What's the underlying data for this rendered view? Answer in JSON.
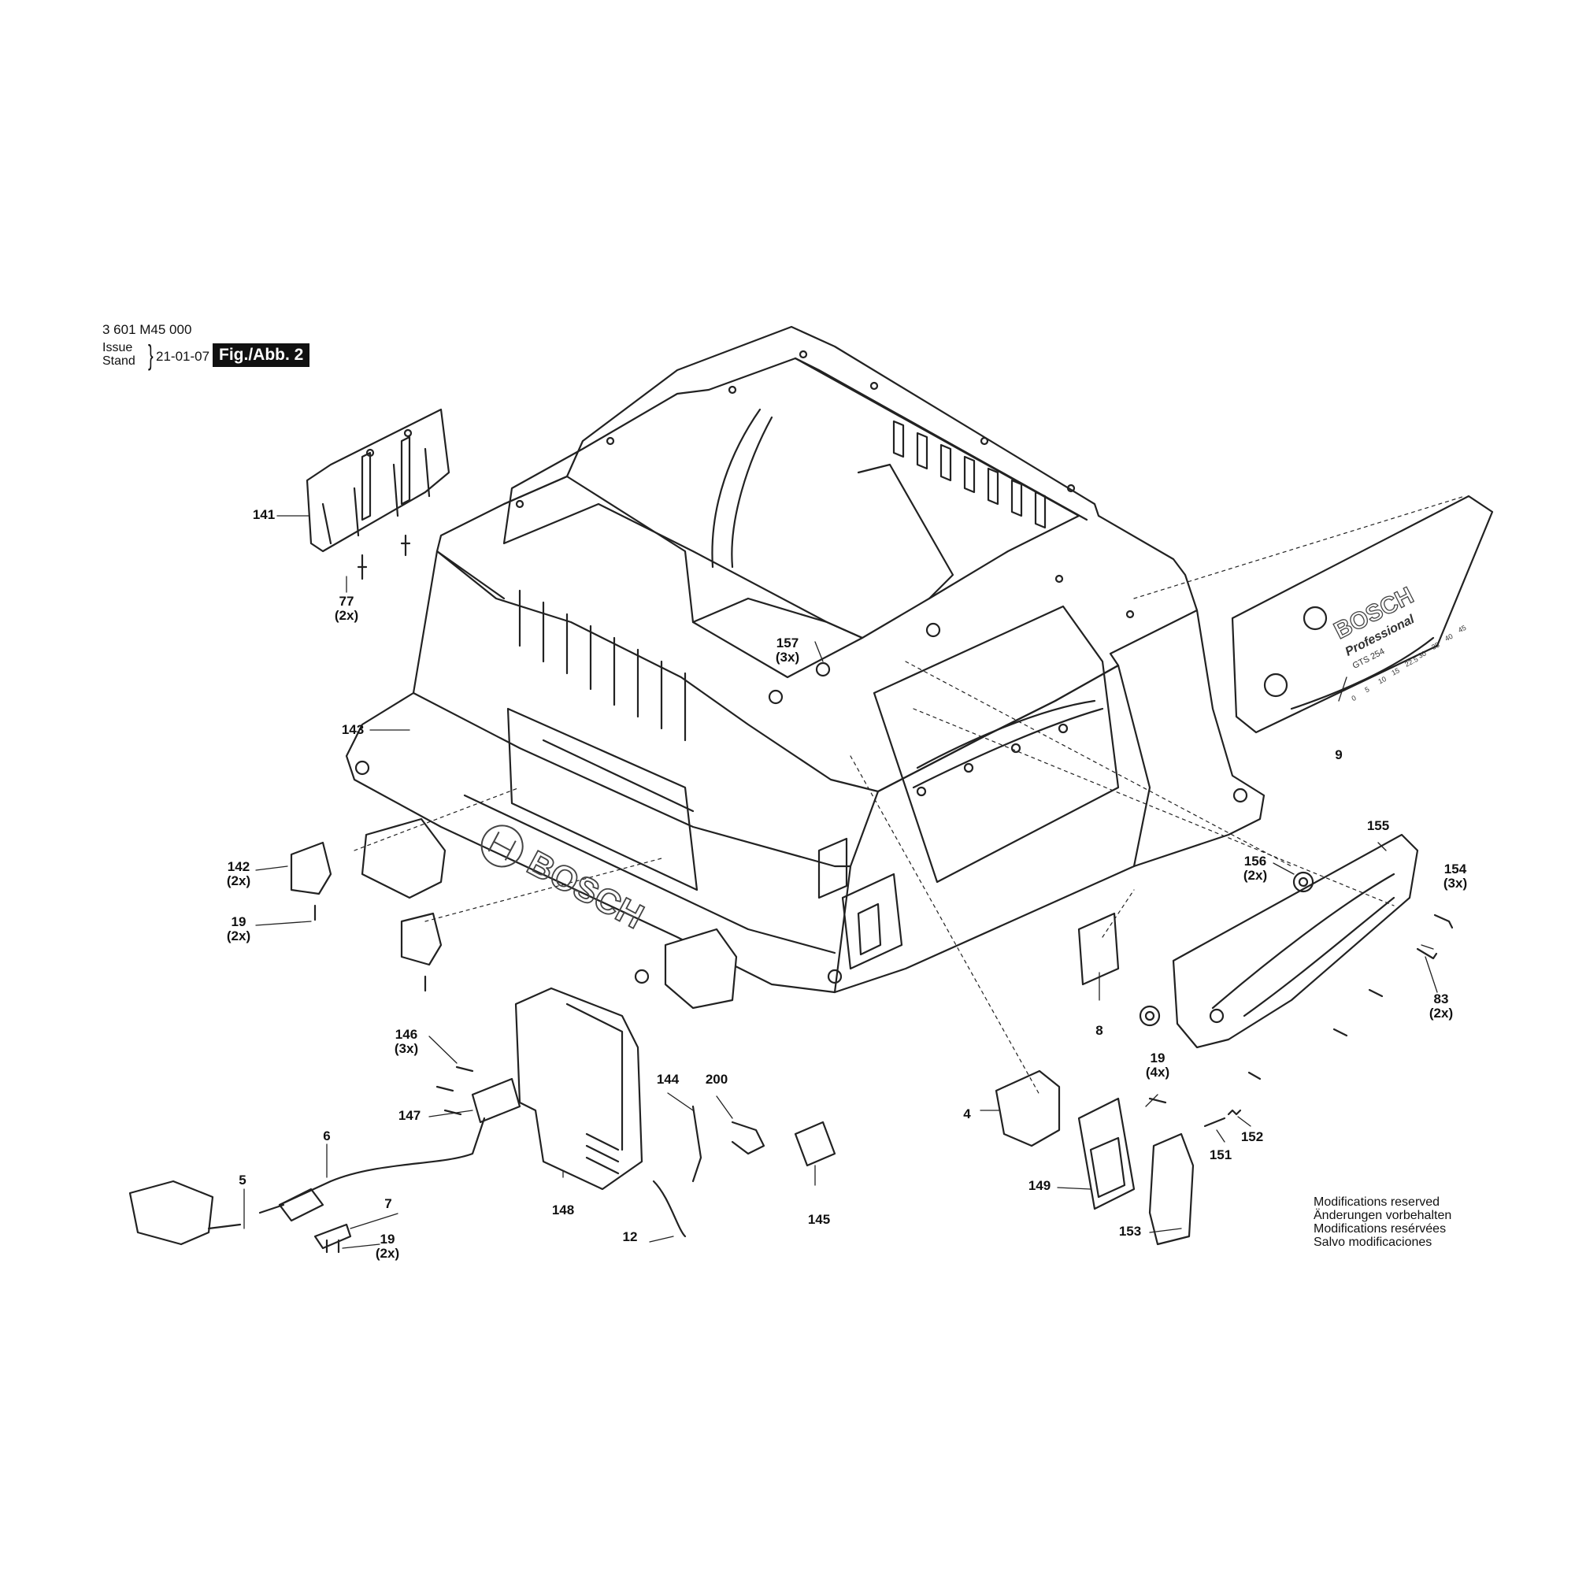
{
  "header": {
    "model_number": "3 601 M45 000",
    "issue_label": "Issue",
    "stand_label": "Stand",
    "issue_date": "21-01-07",
    "figure_label": "Fig./Abb. 2"
  },
  "modifications_notice": [
    "Modifications reserved",
    "Änderungen vorbehalten",
    "Modifications resérvées",
    "Salvo modificaciones"
  ],
  "brand": {
    "logo_text": "BOSCH",
    "scale_brand": "BOSCH",
    "scale_line": "Professional",
    "scale_model": "GTS 254",
    "scale_ticks": [
      "0",
      "5",
      "10",
      "15",
      "22.5",
      "30",
      "35",
      "40",
      "45"
    ]
  },
  "callouts": {
    "c141": {
      "num": "141",
      "qty": ""
    },
    "c77": {
      "num": "77",
      "qty": "(2x)"
    },
    "c157": {
      "num": "157",
      "qty": "(3x)"
    },
    "c9": {
      "num": "9",
      "qty": ""
    },
    "c143": {
      "num": "143",
      "qty": ""
    },
    "c142": {
      "num": "142",
      "qty": "(2x)"
    },
    "c19a": {
      "num": "19",
      "qty": "(2x)"
    },
    "c155": {
      "num": "155",
      "qty": ""
    },
    "c156": {
      "num": "156",
      "qty": "(2x)"
    },
    "c154": {
      "num": "154",
      "qty": "(3x)"
    },
    "c83": {
      "num": "83",
      "qty": "(2x)"
    },
    "c8": {
      "num": "8",
      "qty": ""
    },
    "c146": {
      "num": "146",
      "qty": "(3x)"
    },
    "c147": {
      "num": "147",
      "qty": ""
    },
    "c144": {
      "num": "144",
      "qty": ""
    },
    "c200": {
      "num": "200",
      "qty": ""
    },
    "c6": {
      "num": "6",
      "qty": ""
    },
    "c5": {
      "num": "5",
      "qty": ""
    },
    "c7": {
      "num": "7",
      "qty": ""
    },
    "c19b": {
      "num": "19",
      "qty": "(2x)"
    },
    "c148": {
      "num": "148",
      "qty": ""
    },
    "c12": {
      "num": "12",
      "qty": ""
    },
    "c145": {
      "num": "145",
      "qty": ""
    },
    "c4": {
      "num": "4",
      "qty": ""
    },
    "c19c": {
      "num": "19",
      "qty": "(4x)"
    },
    "c149": {
      "num": "149",
      "qty": ""
    },
    "c151": {
      "num": "151",
      "qty": ""
    },
    "c152": {
      "num": "152",
      "qty": ""
    },
    "c153": {
      "num": "153",
      "qty": ""
    }
  }
}
